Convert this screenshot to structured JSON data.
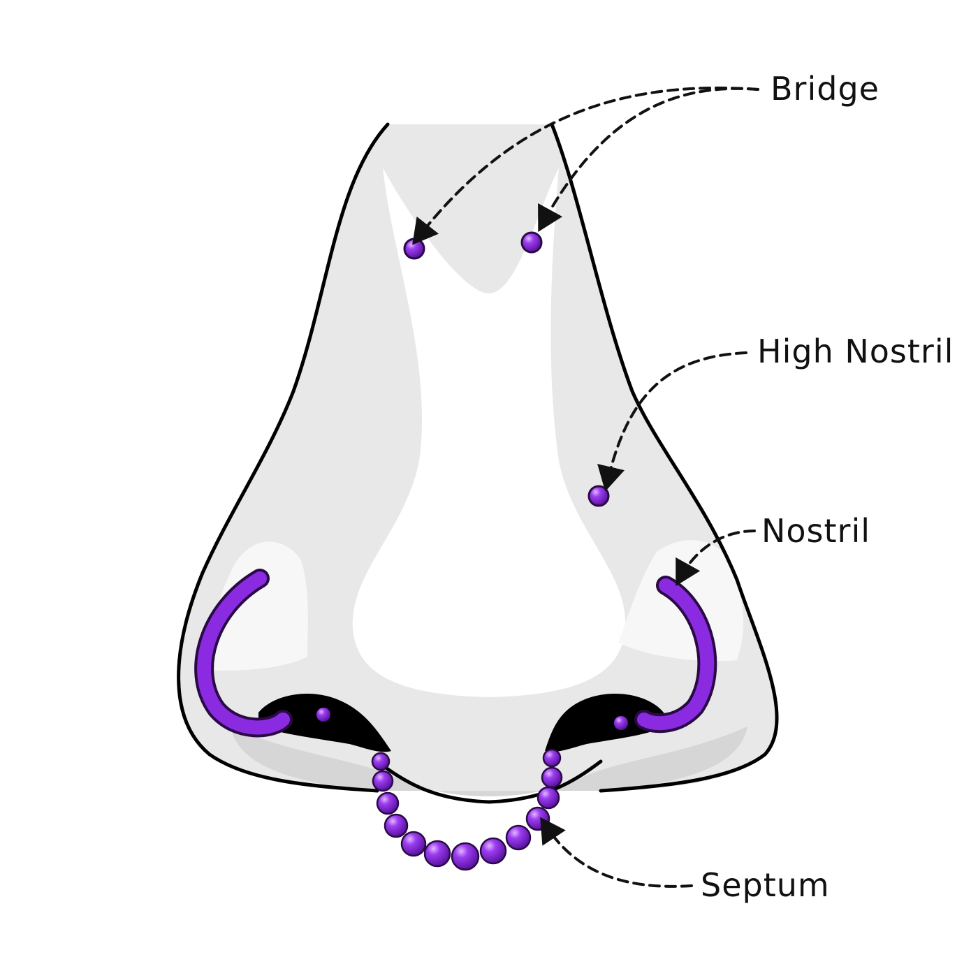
{
  "labels": {
    "bridge": "Bridge",
    "high_nostril": "High Nostril",
    "nostril": "Nostril",
    "septum": "Septum"
  },
  "colors": {
    "jewelry": "#8a2be2",
    "jewelry_dark": "#2a0a45",
    "jewelry_highlight": "#d9a6ff",
    "skin": "#e8e8e8",
    "highlight": "#ffffff",
    "shadow": "#d6d6d6",
    "outline": "#000000"
  }
}
